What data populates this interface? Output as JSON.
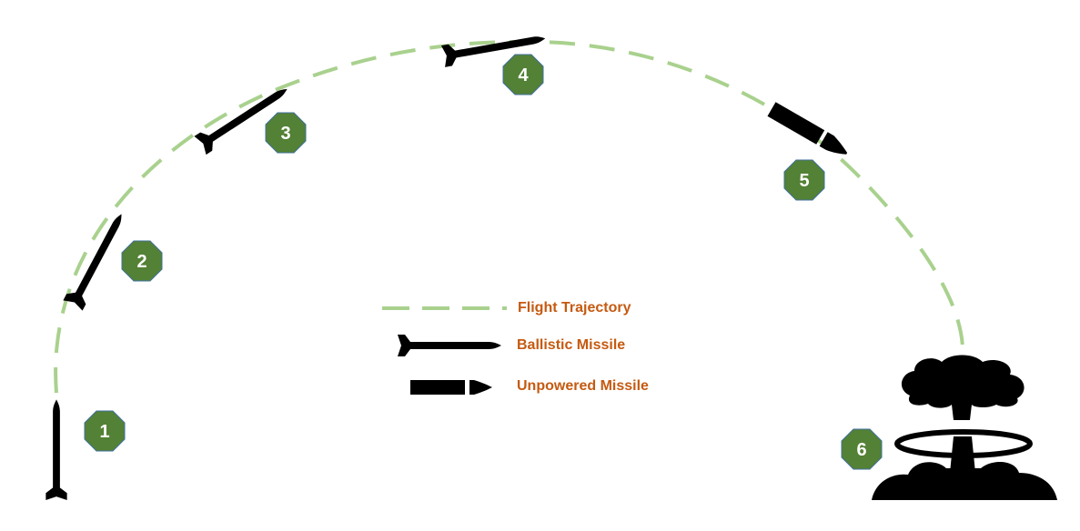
{
  "diagram": {
    "title": "Ballistic missile flight stages",
    "colors": {
      "trajectory": "#a9d18e",
      "badge_fill": "#538135",
      "badge_stroke": "#41719c",
      "badge_text": "#ffffff",
      "missile": "#000000",
      "legend_text": "#c55a11"
    },
    "stages": [
      {
        "number": "1",
        "icon": "ballistic-missile-icon"
      },
      {
        "number": "2",
        "icon": "ballistic-missile-icon"
      },
      {
        "number": "3",
        "icon": "ballistic-missile-icon"
      },
      {
        "number": "4",
        "icon": "ballistic-missile-icon"
      },
      {
        "number": "5",
        "icon": "unpowered-missile-icon"
      },
      {
        "number": "6",
        "icon": "mushroom-cloud-icon"
      }
    ],
    "legend": [
      {
        "label": "Flight Trajectory",
        "icon": "dashed-line-icon"
      },
      {
        "label": "Ballistic Missile",
        "icon": "ballistic-missile-icon"
      },
      {
        "label": "Unpowered Missile",
        "icon": "unpowered-missile-icon"
      }
    ]
  }
}
